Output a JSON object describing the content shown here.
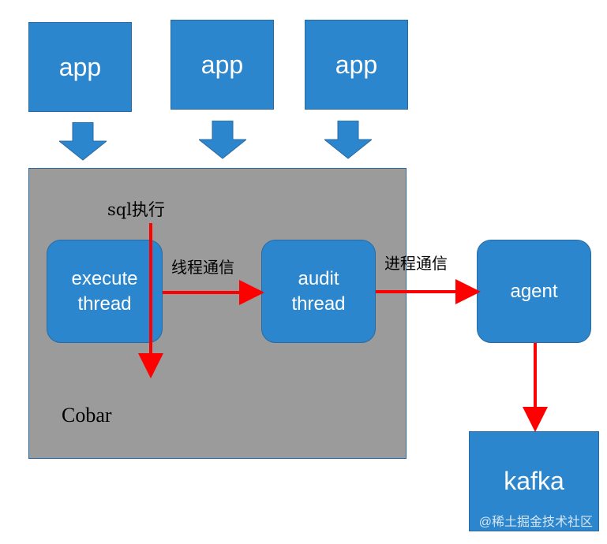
{
  "apps": [
    "app",
    "app",
    "app"
  ],
  "cobar": {
    "name": "Cobar"
  },
  "execute_thread": {
    "line1": "execute",
    "line2": "thread"
  },
  "audit_thread": {
    "line1": "audit",
    "line2": "thread"
  },
  "agent": {
    "label": "agent"
  },
  "kafka": {
    "label": "kafka"
  },
  "edges": {
    "sql_label": "sql执行",
    "thread_comm_label": "线程通信",
    "process_comm_label": "进程通信"
  },
  "watermark": "@稀土掘金技术社区",
  "colors": {
    "node_fill": "#2b86cd",
    "frame_fill": "#9b9b9b",
    "edge": "#ff0000"
  }
}
